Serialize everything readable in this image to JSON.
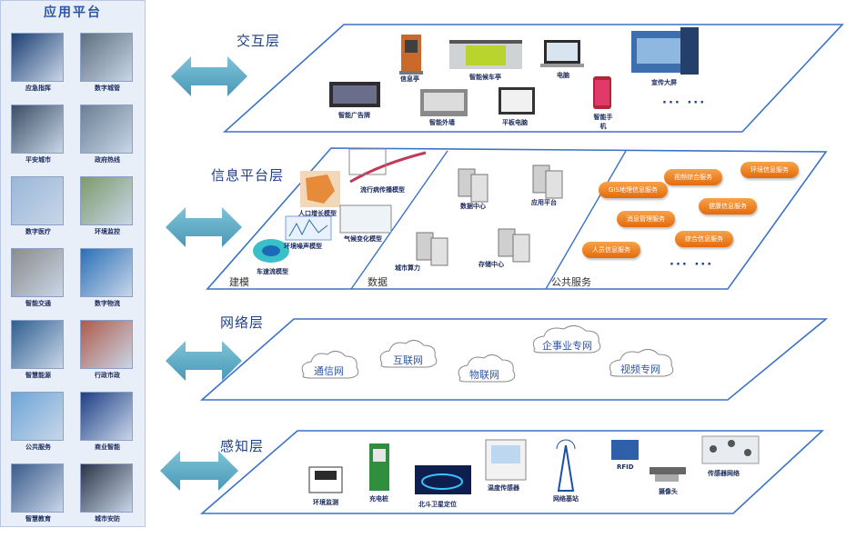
{
  "app_platform": {
    "title": "应用平台",
    "items": [
      {
        "label": "应急指挥",
        "color": "#1d3f73"
      },
      {
        "label": "数字城管",
        "color": "#5d6f7e"
      },
      {
        "label": "平安城市",
        "color": "#3b4e65"
      },
      {
        "label": "政府热线",
        "color": "#6a7f93"
      },
      {
        "label": "数字医疗",
        "color": "#9ab7d8"
      },
      {
        "label": "环境监控",
        "color": "#7e9a6a"
      },
      {
        "label": "智能交通",
        "color": "#8b8b8b"
      },
      {
        "label": "数字物流",
        "color": "#2a6fb8"
      },
      {
        "label": "智慧能源",
        "color": "#2f5f8f"
      },
      {
        "label": "行政市政",
        "color": "#b05a4a"
      },
      {
        "label": "公共服务",
        "color": "#6ca5d8"
      },
      {
        "label": "商业智能",
        "color": "#1f3f86"
      },
      {
        "label": "智慧教育",
        "color": "#3b5b8a"
      },
      {
        "label": "城市安防",
        "color": "#2b3447"
      }
    ]
  },
  "layers": {
    "interaction": {
      "title": "交互层",
      "devices": [
        {
          "label": "信息亭"
        },
        {
          "label": "智能候车亭"
        },
        {
          "label": "电脑"
        },
        {
          "label": "宣传大屏"
        },
        {
          "label": "智能广告牌"
        },
        {
          "label": "智能外墙"
        },
        {
          "label": "平板电脑"
        },
        {
          "label": "智能手机"
        }
      ],
      "ellipsis": "··· ···"
    },
    "info_platform": {
      "title": "信息平台层",
      "sections": {
        "modeling": "建模",
        "data": "数据",
        "public": "公共服务"
      },
      "models": [
        "人口增长模型",
        "流行病传播模型",
        "环境噪声模型",
        "气候变化模型",
        "车速流模型"
      ],
      "data_centers": [
        "数据中心",
        "应用平台",
        "城市算力",
        "存储中心"
      ],
      "services": [
        "环境信息服务",
        "视频综合服务",
        "GIS地理信息服务",
        "健康信息服务",
        "消息管理服务",
        "综合信息服务",
        "人员信息服务"
      ],
      "ellipsis": "··· ···"
    },
    "network": {
      "title": "网络层",
      "clouds": [
        "通信网",
        "互联网",
        "物联网",
        "企事业专网",
        "视频专网"
      ]
    },
    "perception": {
      "title": "感知层",
      "devices": [
        "环境监测",
        "充电桩",
        "北斗卫星定位",
        "温度传感器",
        "网络基站",
        "RFID",
        "摄像头",
        "传感器网络"
      ]
    }
  },
  "colors": {
    "arrow": "#5aa9c4",
    "frame": "#3a72c8",
    "panel": "#e9eff8",
    "pill": "#ee7d20"
  }
}
